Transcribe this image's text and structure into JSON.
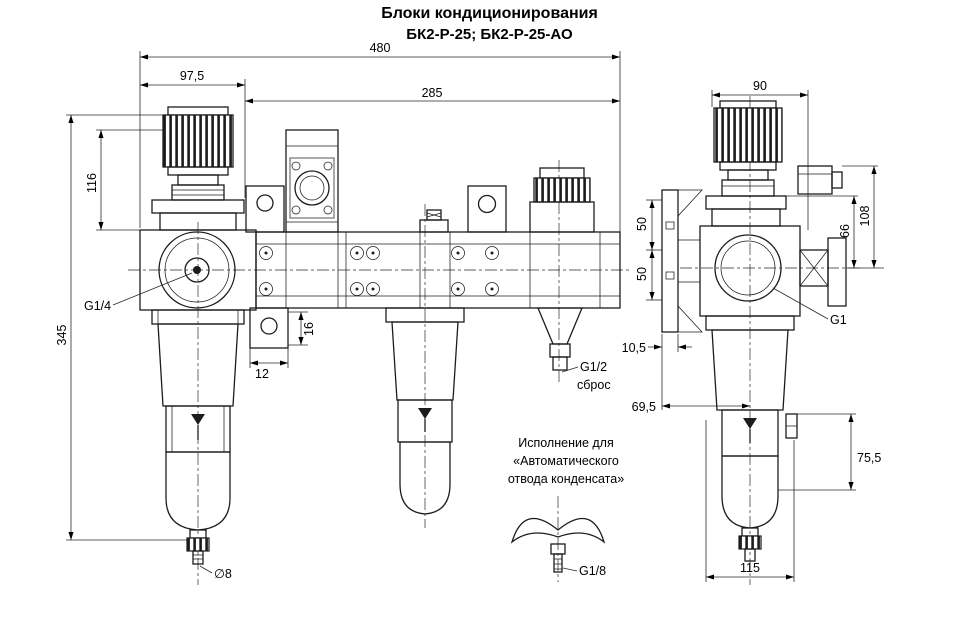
{
  "title": {
    "line1": "Блоки кондиционирования",
    "line2": "БК2-Р-25; БК2-Р-25-АО"
  },
  "front_view": {
    "dim_overall_width": "480",
    "dim_regulator_width": "97,5",
    "dim_span": "285",
    "dim_regulator_height": "116",
    "dim_overall_height": "345",
    "label_inlet_port": "G1/4",
    "dim_slot_height": "16",
    "dim_slot_width": "12",
    "label_drain_dia": "∅8",
    "label_relief_port": "G1/2",
    "label_relief_caption": "сброс"
  },
  "side_view": {
    "dim_width": "90",
    "dim_height_connector": "108",
    "dim_height_flange": "66",
    "dim_hole_spacing_top": "50",
    "dim_hole_spacing_bottom": "50",
    "label_port": "G1",
    "dim_bracket_thickness": "10,5",
    "dim_face_to_center": "69,5",
    "dim_bowl_depth": "75,5",
    "dim_bowl_width": "115"
  },
  "detail_view": {
    "note_line1": "Исполнение для",
    "note_line2": "«Автоматического",
    "note_line3": "отвода конденсата»",
    "label_port": "G1/8"
  }
}
